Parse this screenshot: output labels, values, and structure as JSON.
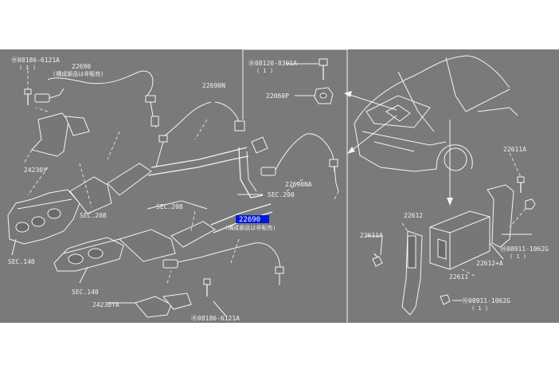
{
  "colors": {
    "background": "#7a7a7a",
    "lines": "#f4f4f4",
    "highlight": "#0019d8"
  },
  "labels": {
    "bolt_tl": "Ⓑ08186-6121A",
    "qty_tl": "( 1 )",
    "p22690_tl": "22690",
    "p22690_tl_note": "(構成部品は非販売)",
    "p22690n": "22690N",
    "p24230y": "24230Y",
    "sec208_l": "SEC.208",
    "sec140_l": "SEC.140",
    "p22690na": "22690NA",
    "sec200": "SEC.200",
    "sec208_c": "SEC.208",
    "p22690_hl": "22690",
    "p22690_hl_note": "(構成部品は非販売)",
    "sec140_c": "SEC.140",
    "p24230ya": "24230YA",
    "bolt_bc": "Ⓑ08186-6121A",
    "bolt_tr": "Ⓑ08120-8301A",
    "qty_tr": "( 1 )",
    "p22060p": "22060P",
    "p22611a_top": "22611A",
    "p22612": "22612",
    "p22611a_left": "22611A",
    "nut_r": "Ⓝ08911-1062G",
    "qty_nr": "( 1 )",
    "p22612a": "22612+A",
    "p22611": "22611",
    "nut_b": "Ⓝ08911-1062G",
    "qty_nb": "( 1 )"
  }
}
